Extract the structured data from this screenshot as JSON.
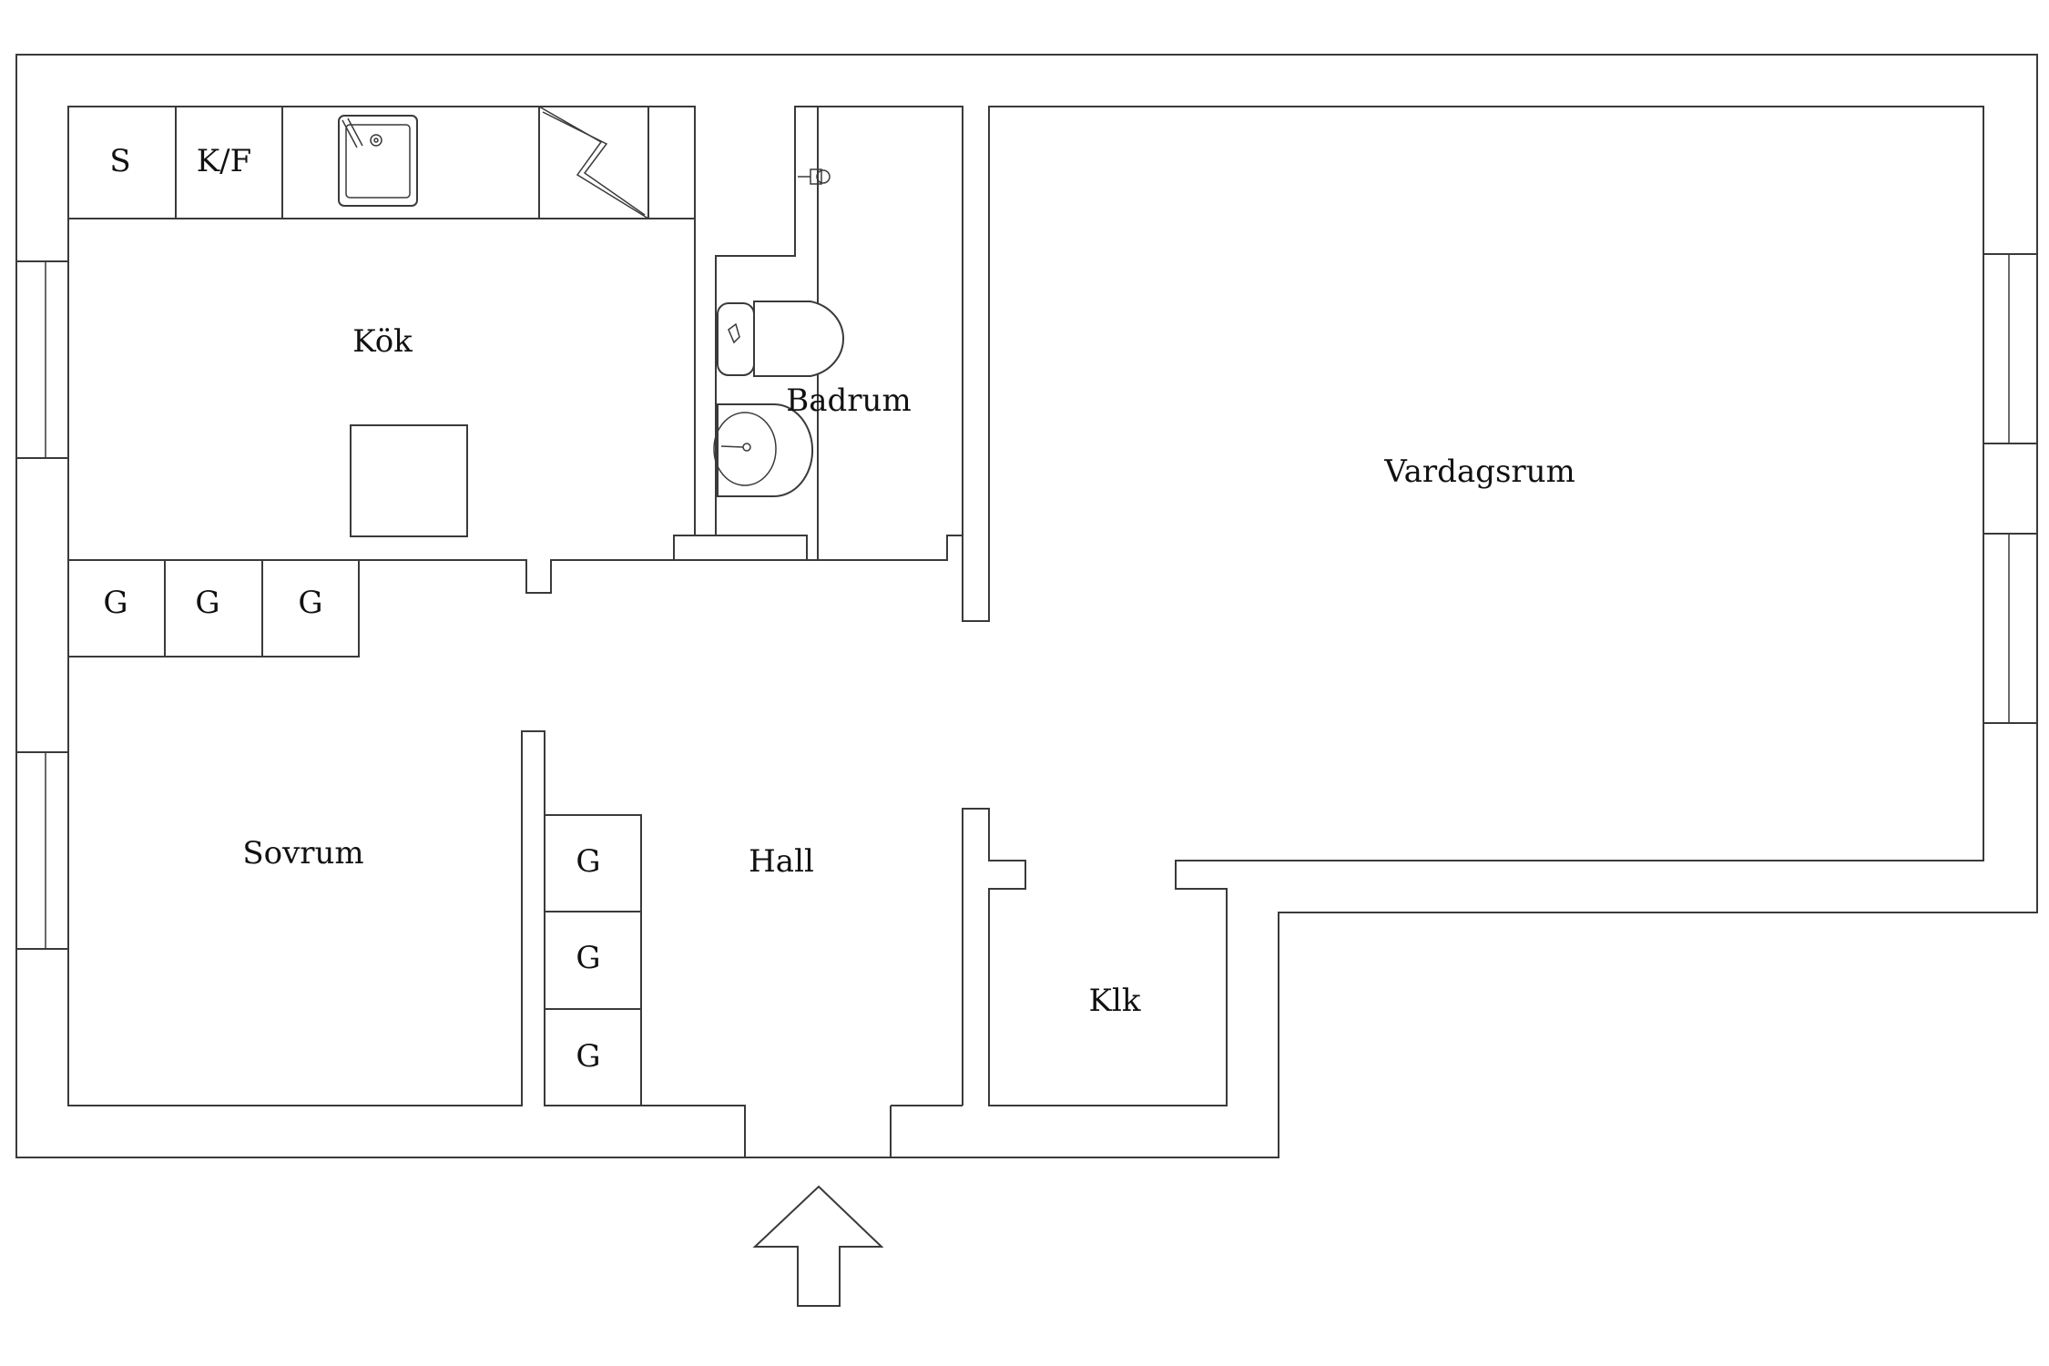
{
  "rooms": {
    "kitchen": "Kök",
    "bathroom": "Badrum",
    "living_room": "Vardagsrum",
    "bedroom": "Sovrum",
    "hall": "Hall",
    "closet": "Klk"
  },
  "fixtures": {
    "stove": "S",
    "fridge_freezer": "K/F",
    "wardrobes_upper": [
      "G",
      "G",
      "G"
    ],
    "wardrobes_hall": [
      "G",
      "G",
      "G"
    ]
  },
  "colors": {
    "line": "#3a3a3a",
    "background": "#ffffff",
    "text": "#111111"
  },
  "icons": [
    "kitchen-sink-icon",
    "dishwasher-icon",
    "toilet-icon",
    "washbasin-icon",
    "shower-head-icon",
    "entrance-arrow-icon",
    "window-icon"
  ]
}
